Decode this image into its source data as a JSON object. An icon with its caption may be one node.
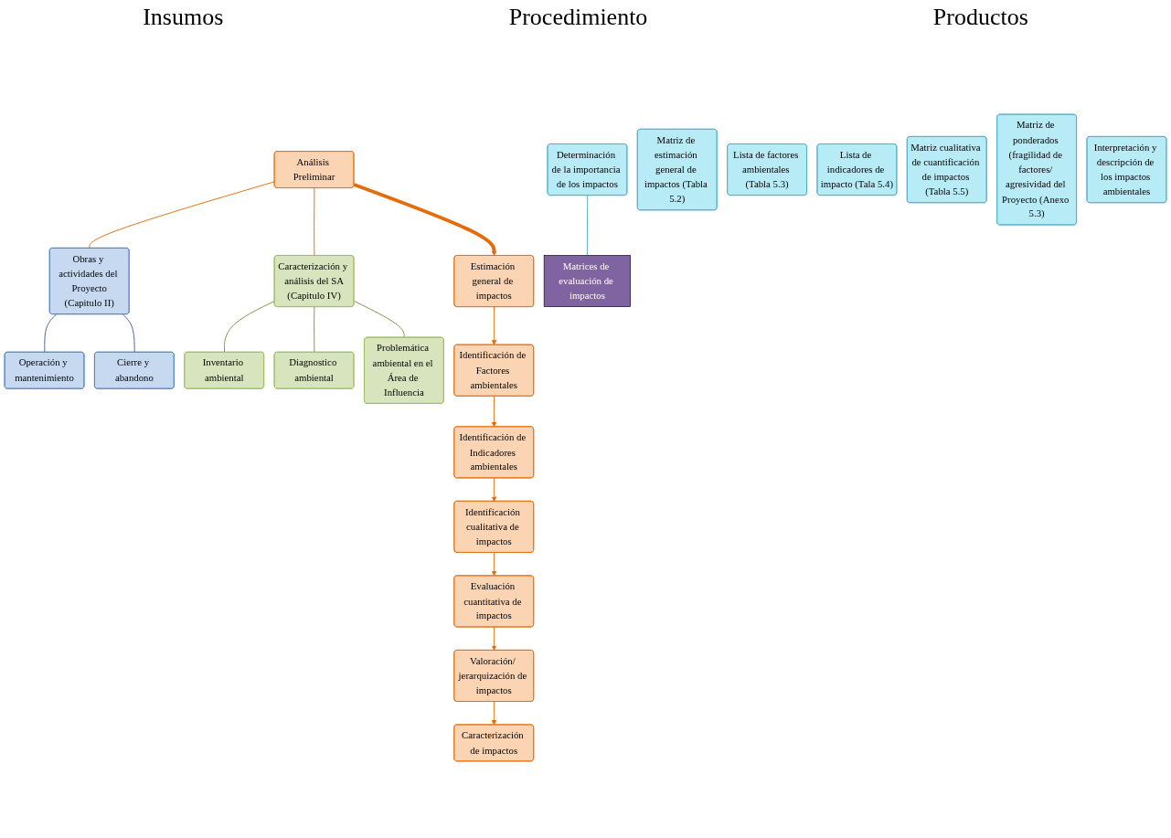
{
  "diagram": {
    "nodes": [
      {
        "text": [
          "Análisis Preliminar"
        ]
      },
      {
        "text": [
          "Obras y actividades del Proyecto",
          "(Capitulo II)"
        ]
      },
      {
        "text": [
          "Operación y mantenimiento"
        ]
      },
      {
        "text": [
          "Cierre y abandono"
        ]
      },
      {
        "text": [
          "Caracterización y análisis del SA",
          "(Capitulo IV)"
        ]
      },
      {
        "text": [
          "Inventario ambiental"
        ]
      },
      {
        "text": [
          "Diagnostico ambiental"
        ]
      },
      {
        "text": [
          "Problemática ambiental en el Área de Influencia"
        ]
      },
      {
        "text": [
          "Estimación general de impactos"
        ]
      },
      {
        "text": [
          "Identificación de Factores ambientales"
        ]
      },
      {
        "text": [
          "Identificación de Indicadores ambientales"
        ]
      },
      {
        "text": [
          "Identificación cualitativa de impactos"
        ]
      },
      {
        "text": [
          "Evaluación cuantitativa de impactos"
        ]
      },
      {
        "text": [
          "Valoración/ jerarquización de impactos"
        ]
      },
      {
        "text": [
          "Caracterización de impactos"
        ]
      },
      {
        "text": [
          "Matriz de estimación general de impactos (Tabla 5.2)"
        ]
      },
      {
        "text": [
          "Lista de factores ambientales (Tabla 5.3)"
        ]
      },
      {
        "text": [
          "Lista de indicadores de impacto (Tala 5.4)"
        ]
      },
      {
        "text": [
          "Matriz cualitativa de cuantificación de impactos (Tabla 5.5)"
        ]
      },
      {
        "text": [
          "Determinación de la importancia de los impactos"
        ]
      },
      {
        "text": [
          "Matrices de evaluación de impactos"
        ]
      },
      {
        "text": [
          "Matriz de ponderados (fragilidad de factores/ agresividad del Proyecto (Anexo 5.3)"
        ]
      },
      {
        "text": [
          "Interpretación y descripción de los impactos ambientales"
        ]
      }
    ],
    "edges": [
      {
        "from": 0,
        "to": 1,
        "arrow": "none"
      },
      {
        "from": 0,
        "to": 4,
        "arrow": "none"
      },
      {
        "from": 1,
        "to": 2,
        "arrow": "none",
        "color": "#3f5f8f"
      },
      {
        "from": 1,
        "to": 3,
        "arrow": "none",
        "color": "#3f5f8f"
      },
      {
        "from": 4,
        "to": 5,
        "arrow": "none",
        "color": "#77933c"
      },
      {
        "from": 4,
        "to": 6,
        "arrow": "none",
        "color": "#77933c"
      },
      {
        "from": 4,
        "to": 7,
        "arrow": "none",
        "color": "#77933c"
      },
      {
        "from": 0,
        "to": 8,
        "arrow": "to",
        "style": "thick"
      },
      {
        "from": 8,
        "to": 9,
        "arrow": "to"
      },
      {
        "from": 9,
        "to": 10,
        "arrow": "to"
      },
      {
        "from": 10,
        "to": 11,
        "arrow": "to"
      },
      {
        "from": 11,
        "to": 12,
        "arrow": "to"
      },
      {
        "from": 12,
        "to": 13,
        "arrow": "to"
      },
      {
        "from": 13,
        "to": 14,
        "arrow": "to"
      },
      {
        "from": 19,
        "to": 20,
        "arrow": "none",
        "color": "#4bacc6"
      }
    ],
    "labels": [
      "Insumos",
      "Procedimiento",
      "Productos"
    ]
  }
}
